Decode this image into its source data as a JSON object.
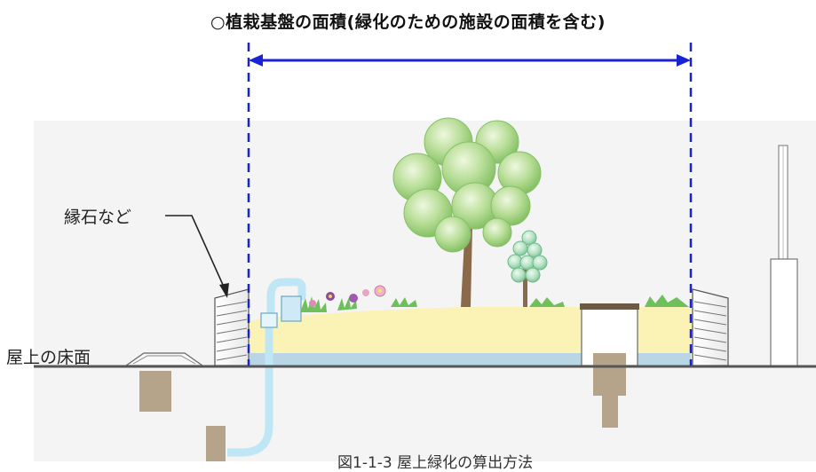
{
  "title": "○植栽基盤の面積(緑化のための施設の面積を含む)",
  "labels": {
    "edge_stone": "縁石など",
    "rooftop_floor": "屋上の床面"
  },
  "caption": "図1-1-3 屋上緑化の算出方法",
  "colors": {
    "dimension_line": "#1a22d6",
    "soil": "#fbf2b6",
    "drainage_layer": "#b8d6e6",
    "floor_line": "#555555",
    "tree_crown": "#a8d58a",
    "trunk": "#8a6a4a",
    "pipe": "#bfe6f4",
    "cap_stone": "#6b5a44"
  }
}
